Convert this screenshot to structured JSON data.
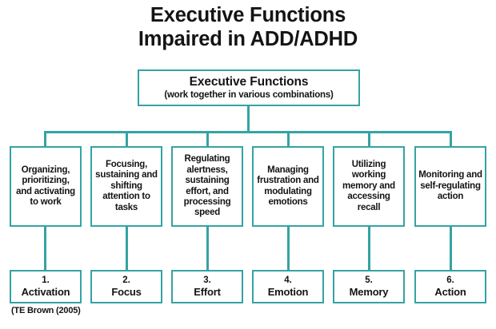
{
  "title": {
    "line1": "Executive Functions",
    "line2": "Impaired in ADD/ADHD"
  },
  "root": {
    "title": "Executive Functions",
    "subtitle": "(work together in various combinations)"
  },
  "functions": [
    {
      "text": "Organizing, prioritizing, and activating to work"
    },
    {
      "text": "Focusing, sustaining and shifting attention to tasks"
    },
    {
      "text": "Regulating alertness, sustaining effort, and processing speed"
    },
    {
      "text": "Managing frustration and modulating emotions"
    },
    {
      "text": "Utilizing working memory and accessing recall"
    },
    {
      "text": "Monitoring and self-regulating action"
    }
  ],
  "categories": [
    {
      "index": "1.",
      "label": "Activation"
    },
    {
      "index": "2.",
      "label": "Focus"
    },
    {
      "index": "3.",
      "label": "Effort"
    },
    {
      "index": "4.",
      "label": "Emotion"
    },
    {
      "index": "5.",
      "label": "Memory"
    },
    {
      "index": "6.",
      "label": "Action"
    }
  ],
  "attribution": "(TE Brown (2005)",
  "colors": {
    "border": "#35a3a3",
    "text": "#141414",
    "background": "#ffffff"
  }
}
